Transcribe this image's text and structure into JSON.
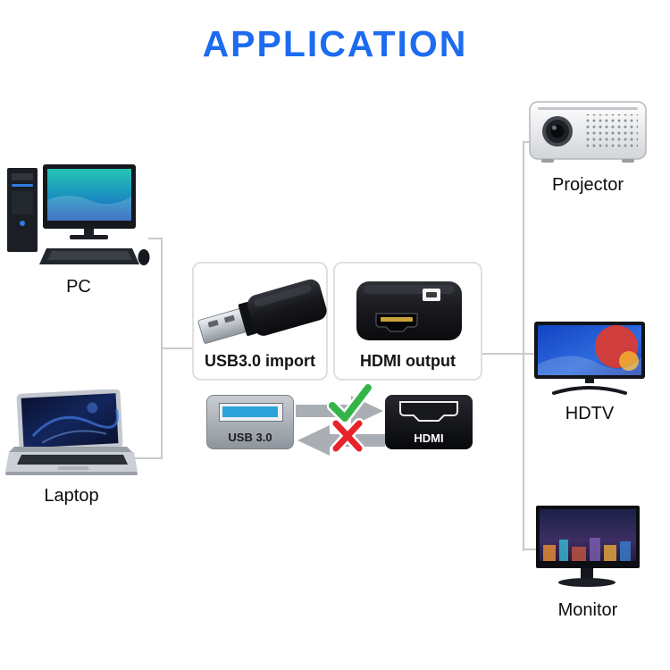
{
  "title": "APPLICATION",
  "devices": {
    "pc": "PC",
    "laptop": "Laptop",
    "projector": "Projector",
    "hdtv": "HDTV",
    "monitor": "Monitor"
  },
  "adapter": {
    "usb_label": "USB3.0 import",
    "hdmi_label": "HDMI output"
  },
  "plugs": {
    "usb": "USB 3.0",
    "hdmi": "HDMI"
  },
  "conversion": {
    "usb_to_hdmi_supported": true,
    "hdmi_to_usb_supported": false
  },
  "colors": {
    "title_blue": "#1c6bf0",
    "line_gray": "#c9c9c9",
    "check_green": "#35b44a",
    "cross_red": "#e8232a",
    "usb_blue": "#2ea3d9"
  }
}
